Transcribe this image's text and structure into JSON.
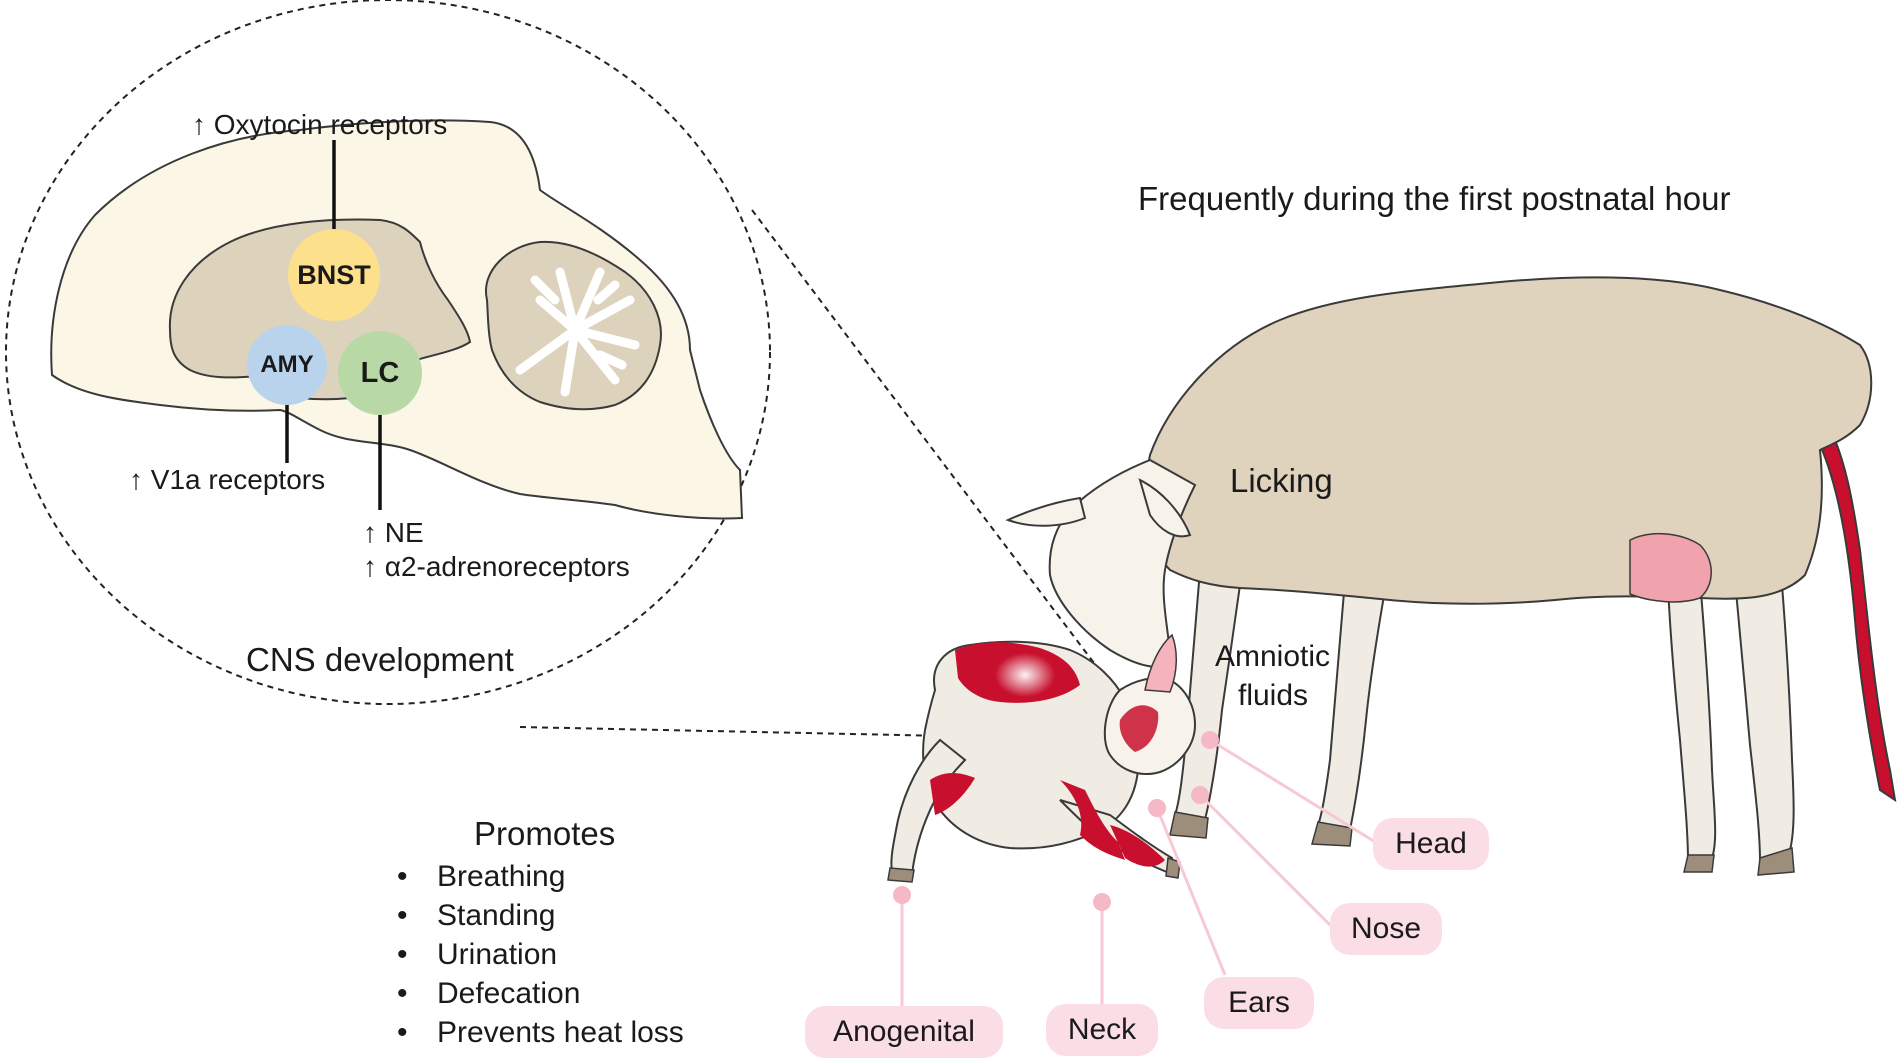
{
  "title": "Frequently during the first postnatal hour",
  "ewe_label": "Licking",
  "amniotic_label": [
    "Amniotic",
    "fluids"
  ],
  "brain": {
    "oxytocin": "↑ Oxytocin receptors",
    "bnst": "BNST",
    "amy": "AMY",
    "lc": "LC",
    "v1a": "↑ V1a receptors",
    "ne": "↑ NE",
    "alpha2": "↑ α2-adrenoreceptors",
    "caption": "CNS development"
  },
  "promotes": {
    "heading": "Promotes",
    "items": [
      "Breathing",
      "Standing",
      "Urination",
      "Defecation",
      "Prevents heat loss"
    ]
  },
  "body_regions": [
    "Head",
    "Nose",
    "Ears",
    "Neck",
    "Anogenital"
  ],
  "colors": {
    "bnst": "#fde08c",
    "amy": "#b9d3ec",
    "lc": "#b8d9a6",
    "lick_red": "#c8102e",
    "pill": "#fbdde5",
    "wool": "#e0d3bd",
    "brain": "#fbf6e6",
    "brain_inner": "#ddd3bd"
  }
}
